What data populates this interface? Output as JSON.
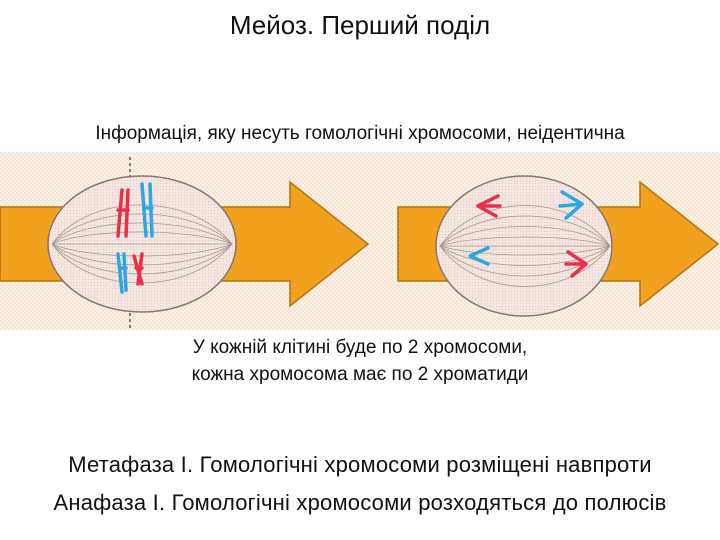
{
  "slide": {
    "title": "Мейоз. Перший поділ",
    "info": "Інформація, яку несуть гомологічні хромосоми, неідентична",
    "caption": {
      "line1": "У кожній клітині буде по 2 хромосоми,",
      "line2": "кожна хромосома має по 2 хроматиди"
    },
    "phases": {
      "metaphase": "Метафаза І. Гомологічні хромосоми розміщені навпроти",
      "anaphase": "Анафаза І. Гомологічні хромосоми розходяться до полюсів"
    }
  },
  "colors": {
    "arrow": "#F2A11E",
    "background_dots": "#F6E8D4",
    "cell_fill": "#F3E4DF",
    "chromosome_red": "#E8304A",
    "chromosome_blue": "#2EA7E0"
  }
}
